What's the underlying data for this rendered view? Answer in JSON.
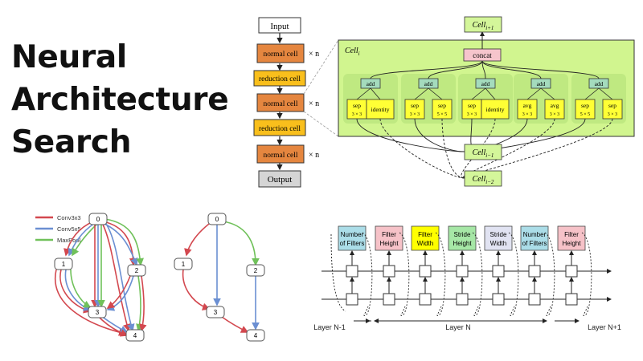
{
  "title": {
    "line1": "Neural",
    "line2": "Architecture",
    "line3": "Search"
  },
  "colors": {
    "input_fill": "#ffffff",
    "normal_cell_fill": "#e5863f",
    "reduction_cell_fill": "#f9bf1c",
    "output_fill": "#d5d5d5",
    "cell_panel_fill": "#d1f58f",
    "cell_panel_inner": "#bfe981",
    "concat_fill": "#f6c5cc",
    "add_fill": "#a4dbbd",
    "op_fill": "#ffff35",
    "cell_io_fill": "#d4f69a",
    "conv3x3": "#d3484f",
    "conv5x5": "#6b8fd2",
    "maxpool": "#70c15a",
    "rnn_blue": "#abdde8",
    "rnn_pink": "#f6c2c8",
    "rnn_yellow": "#ffff00",
    "rnn_green": "#a6e7a6",
    "rnn_lilac": "#e1e3f2"
  },
  "stack": {
    "input": "Input",
    "normal_cell": "normal cell",
    "reduction_cell": "reduction cell",
    "output": "Output",
    "repeat": "× n"
  },
  "cell": {
    "cell_i_label": "Cell",
    "cell_i_sub": "i",
    "next": {
      "main": "Cell",
      "sub": "i+1"
    },
    "prev1": {
      "main": "Cell",
      "sub": "i−1"
    },
    "prev2": {
      "main": "Cell",
      "sub": "i−2"
    },
    "concat": "concat",
    "add": "add",
    "blocks": [
      {
        "op1": [
          "sep",
          "3 × 3"
        ],
        "op2": [
          "identity"
        ]
      },
      {
        "op1": [
          "sep",
          "3 × 3"
        ],
        "op2": [
          "sep",
          "5 × 5"
        ]
      },
      {
        "op1": [
          "sep",
          "3 × 3"
        ],
        "op2": [
          "identity"
        ]
      },
      {
        "op1": [
          "avg",
          "3 × 3"
        ],
        "op2": [
          "avg",
          "3 × 3"
        ]
      },
      {
        "op1": [
          "sep",
          "5 × 5"
        ],
        "op2": [
          "sep",
          "3 × 3"
        ]
      }
    ]
  },
  "dag": {
    "legend": [
      {
        "label": "Conv3x3",
        "color": "#d3484f"
      },
      {
        "label": "Conv5x5",
        "color": "#6b8fd2"
      },
      {
        "label": "MaxPool",
        "color": "#70c15a"
      }
    ],
    "nodes": [
      "0",
      "1",
      "2",
      "3",
      "4"
    ]
  },
  "rnn": {
    "labels": [
      {
        "lines": [
          "Number",
          "of Filters"
        ],
        "color": "#abdde8"
      },
      {
        "lines": [
          "Filter",
          "Height"
        ],
        "color": "#f6c2c8"
      },
      {
        "lines": [
          "Filter",
          "Width"
        ],
        "color": "#ffff00"
      },
      {
        "lines": [
          "Stride",
          "Height"
        ],
        "color": "#a6e7a6"
      },
      {
        "lines": [
          "Stride",
          "Width"
        ],
        "color": "#e1e3f2"
      },
      {
        "lines": [
          "Number",
          "of Filters"
        ],
        "color": "#abdde8"
      },
      {
        "lines": [
          "Filter",
          "Height"
        ],
        "color": "#f6c2c8"
      }
    ],
    "layer_prev": "Layer N-1",
    "layer_cur": "Layer N",
    "layer_next": "Layer N+1"
  }
}
